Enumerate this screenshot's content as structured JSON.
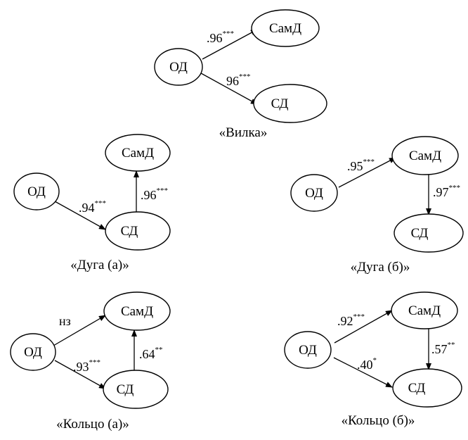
{
  "diagrams": [
    {
      "id": "vilka",
      "caption": "«Вилка»",
      "nodes": {
        "od": "ОД",
        "samd": "СамД",
        "sd": "СД"
      },
      "edges": [
        {
          "from": "od",
          "to": "samd",
          "value": ".96",
          "sig": "***"
        },
        {
          "from": "od",
          "to": "sd",
          "value": "96",
          "sig": "***"
        }
      ]
    },
    {
      "id": "duga-a",
      "caption": "«Дуга (а)»",
      "nodes": {
        "od": "ОД",
        "samd": "СамД",
        "sd": "СД"
      },
      "edges": [
        {
          "from": "od",
          "to": "sd",
          "value": ".94",
          "sig": "***"
        },
        {
          "from": "sd",
          "to": "samd",
          "value": ".96",
          "sig": "***"
        }
      ]
    },
    {
      "id": "duga-b",
      "caption": "«Дуга (б)»",
      "nodes": {
        "od": "ОД",
        "samd": "СамД",
        "sd": "СД"
      },
      "edges": [
        {
          "from": "od",
          "to": "samd",
          "value": ".95",
          "sig": "***"
        },
        {
          "from": "samd",
          "to": "sd",
          "value": ".97",
          "sig": "***"
        }
      ]
    },
    {
      "id": "koltso-a",
      "caption": "«Кольцо (а)»",
      "nodes": {
        "od": "ОД",
        "samd": "СамД",
        "sd": "СД"
      },
      "edges": [
        {
          "from": "od",
          "to": "samd",
          "value": "нз",
          "sig": ""
        },
        {
          "from": "od",
          "to": "sd",
          "value": ".93",
          "sig": "***"
        },
        {
          "from": "sd",
          "to": "samd",
          "value": ".64",
          "sig": "**"
        }
      ]
    },
    {
      "id": "koltso-b",
      "caption": "«Кольцо (б)»",
      "nodes": {
        "od": "ОД",
        "samd": "СамД",
        "sd": "СД"
      },
      "edges": [
        {
          "from": "od",
          "to": "samd",
          "value": ".92",
          "sig": "***"
        },
        {
          "from": "od",
          "to": "sd",
          "value": ".40",
          "sig": "*"
        },
        {
          "from": "samd",
          "to": "sd",
          "value": ".57",
          "sig": "**"
        }
      ]
    }
  ]
}
